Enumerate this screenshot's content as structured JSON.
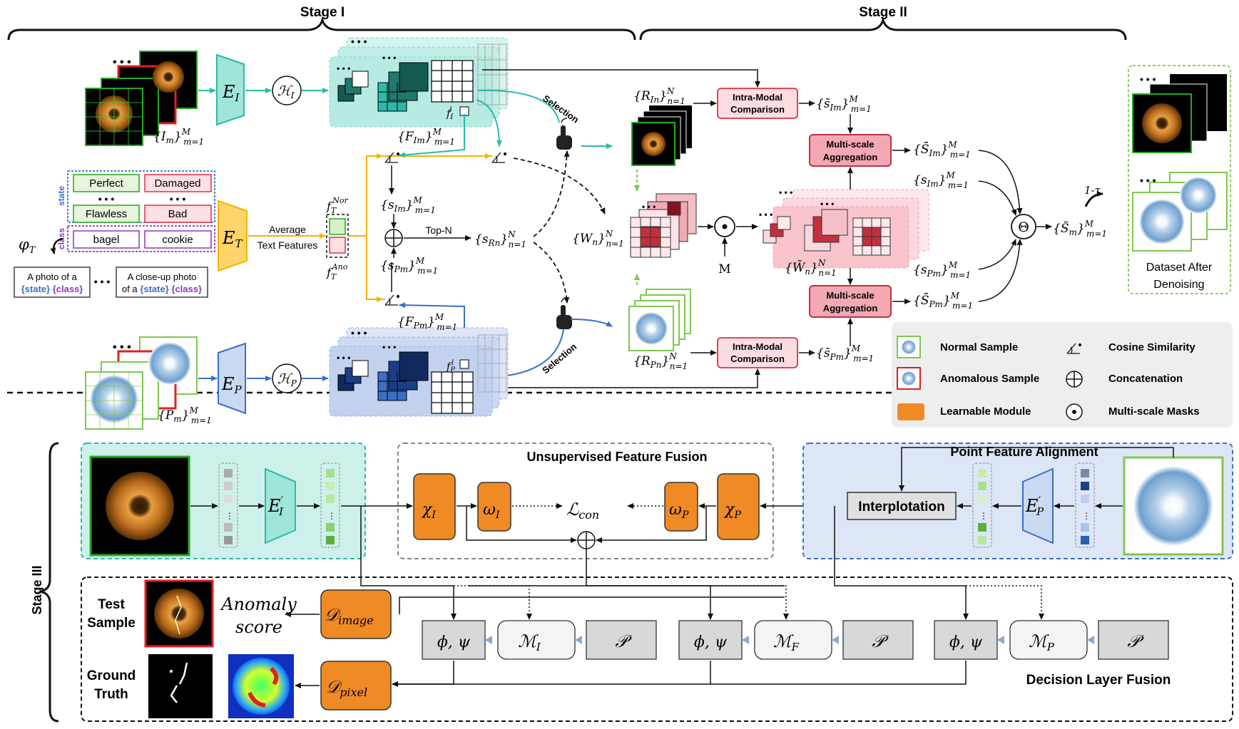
{
  "stage_labels": {
    "stage1": "Stage I",
    "stage2": "Stage II",
    "stage3": "Stage III"
  },
  "text_prompts": {
    "state_tag": "state",
    "class_tag": "class",
    "normal_states": [
      "Perfect",
      "Flawless"
    ],
    "anomalous_states": [
      "Damaged",
      "Bad"
    ],
    "classes": [
      "bagel",
      "cookie"
    ],
    "ellipsis": "• • •",
    "phi_t": "φ",
    "phi_t_sub": "T",
    "template1_line1": "A photo of a",
    "template1_line2_state": "{state}",
    "template1_line2_class": "{class}",
    "template2_line1": "A close-up photo",
    "template2_line2_prefix": "of a",
    "template2_line2_state": "{state}",
    "template2_line2_class": "{class}",
    "dots": "• • •",
    "average_label_1": "Average",
    "average_label_2": "Text Features"
  },
  "encoders": {
    "image": "E",
    "image_sub": "I",
    "text": "E",
    "text_sub": "T",
    "point": "E",
    "point_sub": "P",
    "h_image": "ℋ",
    "h_image_sub": "I",
    "h_point": "ℋ",
    "h_point_sub": "P"
  },
  "math": {
    "I_set": "{I",
    "I_sub": "m",
    "I_sup": "M",
    "I_range": "m=1",
    "P_set": "{P",
    "P_sub": "m",
    "P_sup": "M",
    "P_range": "m=1",
    "FI_set": "{F",
    "FI_sub": "Im",
    "FI_sup": "M",
    "FI_range": "m=1",
    "FP_set": "{F",
    "FP_sub": "Pm",
    "FP_sup": "M",
    "FP_range": "m=1",
    "fl_I": "f",
    "fl_I_sub": "I",
    "fl_I_sup": "l",
    "fl_P": "f",
    "fl_P_sub": "P",
    "fl_P_sup": "l",
    "fT_nor": "f",
    "fT_nor_sub": "T",
    "fT_nor_sup": "Nor",
    "fT_ano": "f",
    "fT_ano_sub": "T",
    "fT_ano_sup": "Ano",
    "sIm": "{s",
    "sIm_sub": "Im",
    "sIm_sup": "M",
    "sIm_range": "m=1",
    "sPm": "{s",
    "sPm_sub": "Pm",
    "sPm_sup": "M",
    "sPm_range": "m=1",
    "sRn": "{s",
    "sRn_sub": "Rn",
    "sRn_sup": "N",
    "sRn_range": "n=1",
    "topn": "Top-N",
    "RIn": "{R",
    "RIn_sub": "In",
    "RIn_sup": "N",
    "RIn_range": "n=1",
    "RPn": "{R",
    "RPn_sub": "Pn",
    "RPn_sup": "N",
    "RPn_range": "n=1",
    "Wn": "{W",
    "Wn_sub": "n",
    "Wn_sup": "N",
    "Wn_range": "n=1",
    "Wbar": "{W̄",
    "Wbar_sub": "n",
    "Wbar_sup": "N",
    "Wbar_range": "n=1",
    "M_label": "M",
    "sbarI": "{s̄",
    "sbarI_sub": "Im",
    "sbarI_sup": "M",
    "sbarI_range": "m=1",
    "sbarP": "{s̄",
    "sbarP_sub": "Pm",
    "sbarP_sup": "M",
    "sbarP_range": "m=1",
    "SI": "{S̄̄",
    "SI_sub": "Im",
    "SI_sup": "M",
    "SI_range": "m=1",
    "SP": "{S̄̄",
    "SP_sub": "Pm",
    "SP_sup": "M",
    "SP_range": "m=1",
    "sI2": "{s",
    "sI2_sub": "Im",
    "sI2_sup": "M",
    "sI2_range": "m=1",
    "sP2": "{s",
    "sP2_sub": "Pm",
    "sP2_sup": "M",
    "sP2_range": "m=1",
    "Sm": "{S̃",
    "Sm_sub": "m",
    "Sm_sup": "M",
    "Sm_range": "m=1",
    "theta": "Θ",
    "tau": "1-τ"
  },
  "selection_label": "Selection",
  "boxes": {
    "intra_modal_1": "Intra-Modal",
    "intra_modal_2": "Comparison",
    "multi_scale_1": "Multi-scale",
    "multi_scale_2": "Aggregation"
  },
  "dataset_after": [
    "Dataset  After",
    "Denoising"
  ],
  "legend": {
    "normal": "Normal Sample",
    "anomalous": "Anomalous Sample",
    "learnable": "Learnable Module",
    "cosine": "Cosine Similarity",
    "concat": "Concatenation",
    "masks": "Multi-scale Masks"
  },
  "stage3": {
    "unsup_title": "Unsupervised Feature Fusion",
    "point_title": "Point Feature Alignment",
    "interp": "Interplotation",
    "ei_prime": "E",
    "ei_prime_sub": "I",
    "ep_prime_sub": "P",
    "chi": "χ",
    "omega": "ω",
    "sub_I": "I",
    "sub_P": "P",
    "sub_F": "F",
    "lcon": "ℒ",
    "lcon_sub": "con",
    "phipsi": "ϕ, ψ",
    "mcal": "ℳ",
    "pcal": "𝒫",
    "d_image": "𝒟",
    "d_image_sub": "image",
    "d_pixel": "𝒟",
    "d_pixel_sub": "pixel",
    "anomaly_score_1": "Anomaly",
    "anomaly_score_2": "score",
    "test_sample": [
      "Test",
      "Sample"
    ],
    "ground_truth": [
      "Ground",
      "Truth"
    ],
    "decision": "Decision Layer Fusion"
  },
  "colors": {
    "teal": "#2db8a8",
    "blue": "#3a6fc4",
    "orange": "#f08a24",
    "pink": "#f9c4cc",
    "red": "#e03040",
    "green": "#7ec850",
    "gold": "#f5b400"
  }
}
